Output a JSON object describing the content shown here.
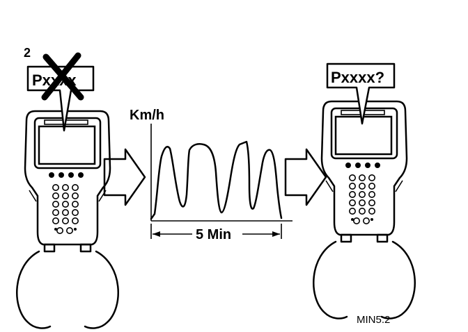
{
  "step_number": "2",
  "left_scanner": {
    "code_label": "Pxxxx",
    "crossed_out": true
  },
  "speed_graph": {
    "y_label": "Km/h",
    "duration_label": "5 Min"
  },
  "right_scanner": {
    "code_label": "Pxxxx?"
  },
  "figure_ref": "MIN5.2"
}
